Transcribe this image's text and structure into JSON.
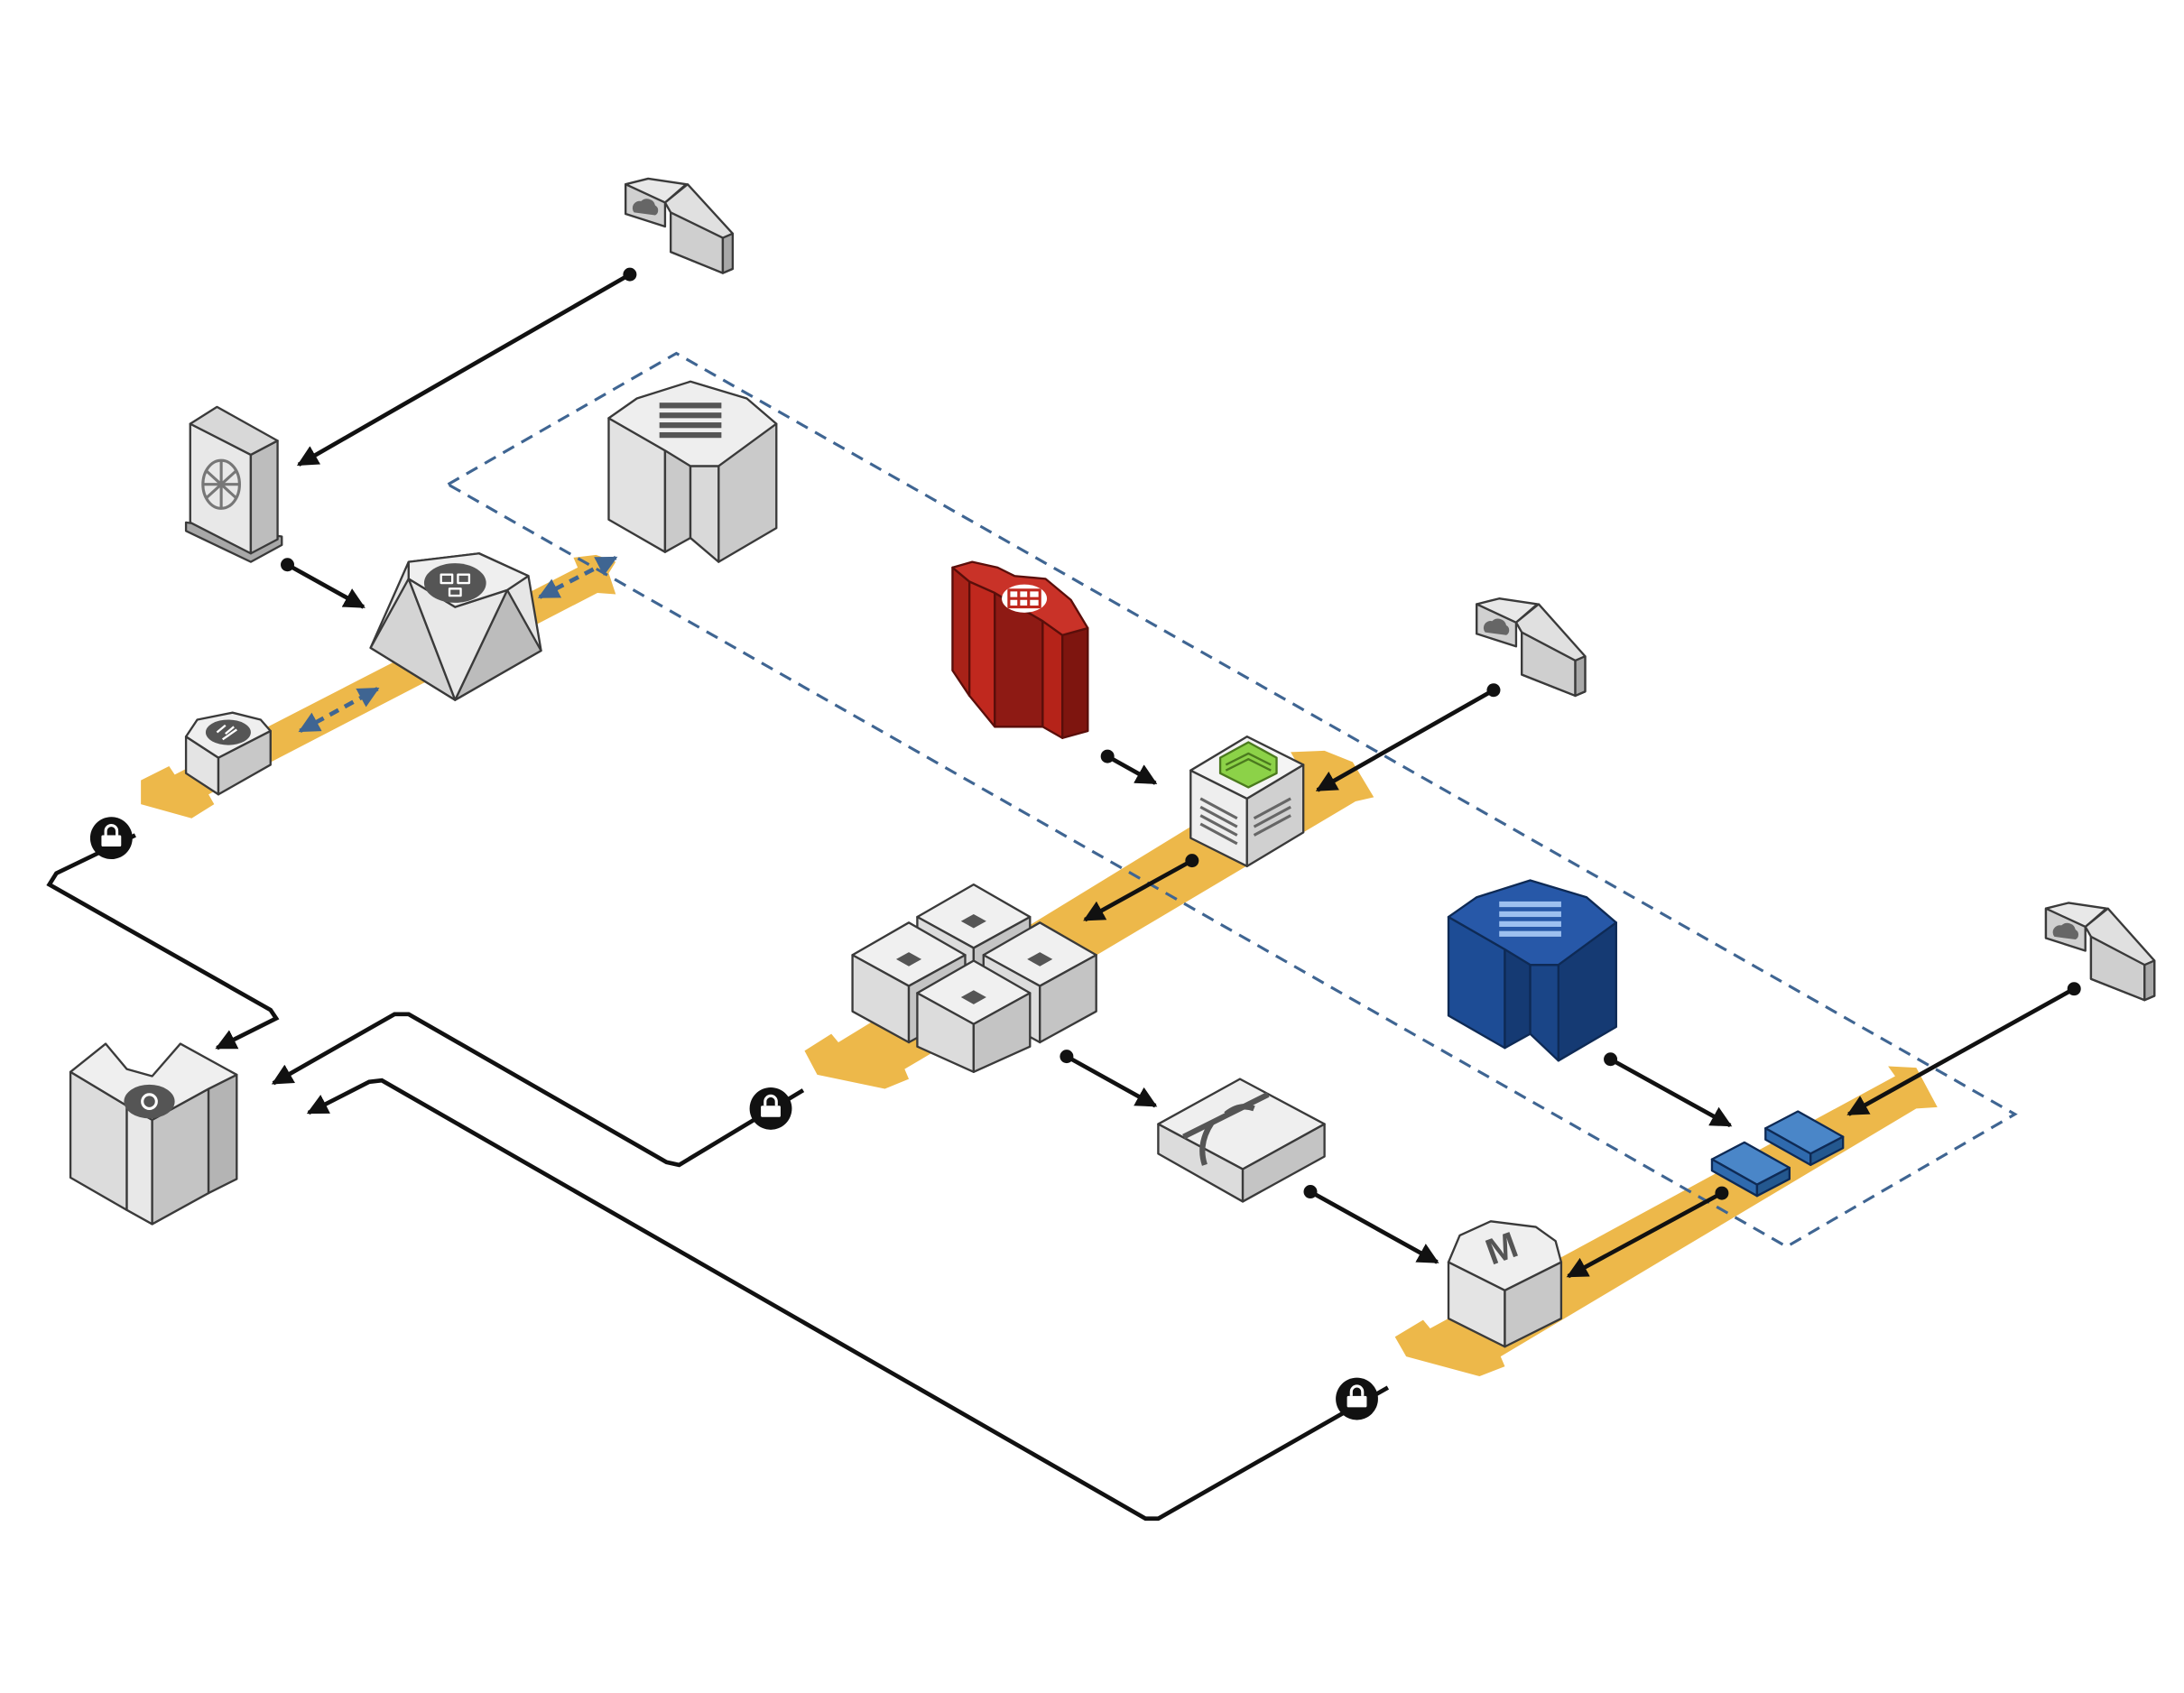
{
  "diagram": {
    "nodes": [
      {
        "id": "client-top",
        "type": "cloud-client",
        "icon": "cloud-icon"
      },
      {
        "id": "client-middle",
        "type": "cloud-client",
        "icon": "cloud-icon"
      },
      {
        "id": "client-right",
        "type": "cloud-client",
        "icon": "cloud-icon"
      },
      {
        "id": "dns-server",
        "type": "gray-tower",
        "icon": "globe-icon"
      },
      {
        "id": "gateway",
        "type": "gray-gateway",
        "icon": "network-tree-icon"
      },
      {
        "id": "small-node",
        "type": "gray-octagon",
        "icon": "branch-icon"
      },
      {
        "id": "warehouse",
        "type": "gray-block",
        "icon": "grid-icon"
      },
      {
        "id": "red-db",
        "type": "red-cylinders",
        "icon": "database-table-icon"
      },
      {
        "id": "web-server",
        "type": "gray-box",
        "icon": "green-stack-icon"
      },
      {
        "id": "instance-cluster",
        "type": "gray-cluster",
        "icon": "instance-icon"
      },
      {
        "id": "blue-store",
        "type": "blue-block",
        "icon": "grid-icon"
      },
      {
        "id": "blue-instances",
        "type": "blue-pads",
        "icon": "instance-icon"
      },
      {
        "id": "package",
        "type": "gray-package",
        "icon": "bow-icon"
      },
      {
        "id": "monitor",
        "type": "gray-octagon",
        "icon": "letter-m-icon",
        "label": "M"
      },
      {
        "id": "hub",
        "type": "gray-hub",
        "icon": "gear-document-icon"
      }
    ],
    "connections": [
      {
        "from": "client-top",
        "to": "dns-server"
      },
      {
        "from": "dns-server",
        "to": "gateway"
      },
      {
        "from": "small-node",
        "to": "gateway",
        "style": "dashed-bidirectional"
      },
      {
        "from": "gateway",
        "to": "warehouse",
        "style": "dashed-bidirectional"
      },
      {
        "from": "red-db",
        "to": "web-server"
      },
      {
        "from": "client-middle",
        "to": "web-server"
      },
      {
        "from": "web-server",
        "to": "instance-cluster"
      },
      {
        "from": "instance-cluster",
        "to": "package"
      },
      {
        "from": "package",
        "to": "monitor"
      },
      {
        "from": "blue-store",
        "to": "blue-instances"
      },
      {
        "from": "client-right",
        "to": "blue-instances"
      },
      {
        "from": "blue-instances",
        "to": "monitor"
      },
      {
        "from": "small-node",
        "to": "hub",
        "style": "vpn"
      },
      {
        "from": "instance-cluster",
        "to": "hub",
        "style": "vpn"
      },
      {
        "from": "monitor",
        "to": "hub",
        "style": "vpn"
      }
    ],
    "colors": {
      "band": "#EDB84A",
      "gray_light": "#E8E8E8",
      "gray_mid": "#CFCFCF",
      "gray_dark": "#A8A8A8",
      "outline": "#3A3A3A",
      "red": "#C0281E",
      "red_dark": "#8E1A14",
      "blue": "#1D4C95",
      "blue_dark": "#153A73",
      "blue_pad": "#4A86C8",
      "green": "#8CD248",
      "dashed": "#3F6592"
    }
  }
}
